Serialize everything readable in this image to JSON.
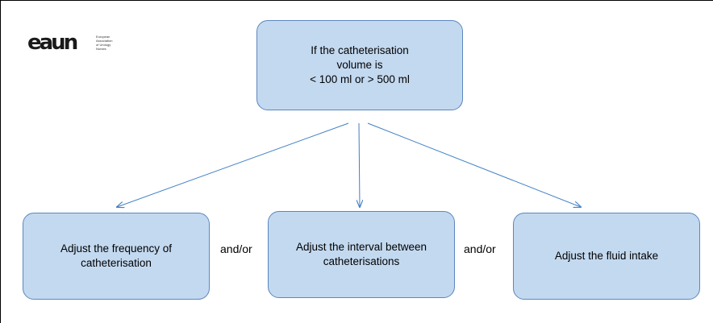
{
  "logo": {
    "wordmark": "eaun",
    "subtitle_lines": [
      "European",
      "Association",
      "of Urology",
      "Nurses"
    ]
  },
  "diagram": {
    "top_box": {
      "lines": [
        "If the catheterisation",
        "volume is",
        "< 100 ml or > 500 ml"
      ]
    },
    "bottom_boxes": [
      {
        "lines": [
          "Adjust the frequency of",
          "catheterisation"
        ]
      },
      {
        "lines": [
          "Adjust the interval between",
          "catheterisations"
        ]
      },
      {
        "lines": [
          "Adjust the fluid intake"
        ]
      }
    ],
    "connectors": [
      "and/or",
      "and/or"
    ]
  },
  "colors": {
    "box_fill": "#c3d9f0",
    "box_border": "#5b87bd",
    "arrow": "#3f7fc4"
  }
}
